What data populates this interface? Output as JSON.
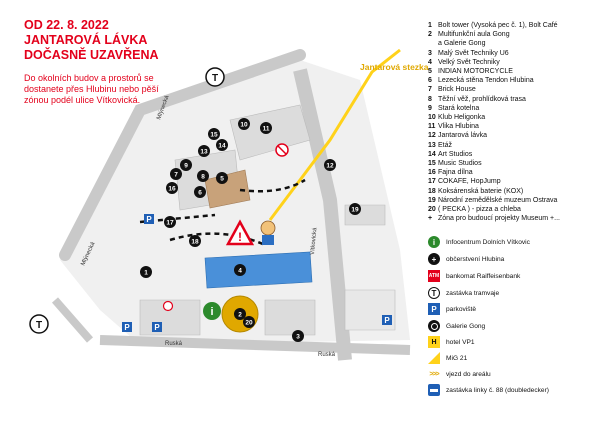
{
  "notice": {
    "lines": [
      "OD 22. 8. 2022",
      "JANTAROVÁ LÁVKA",
      "DOČASNĚ UZAVŘENA"
    ],
    "body": "Do okolních budov a prostorů se dostanete přes Hlubinu nebo pěší zónou podél ulice Vítkovická."
  },
  "map_labels": {
    "jantarova_stezka": "Jantarová stezka",
    "mlynecka_1": "Mlýnecká",
    "mlynecka_2": "Mlýnecká",
    "vitkovicka": "Vítkovická",
    "ruska_1": "Ruská",
    "ruska_2": "Ruská"
  },
  "legend_items": [
    {
      "num": "1",
      "text": "Bolt tower (Vysoká pec č. 1), Bolt Café"
    },
    {
      "num": "2",
      "text": "Multifunkční aula Gong"
    },
    {
      "num": "",
      "text": "a Galerie Gong"
    },
    {
      "num": "3",
      "text": "Malý Svět Techniky U6"
    },
    {
      "num": "4",
      "text": "Velký Svět Techniky"
    },
    {
      "num": "5",
      "text": "INDIAN MOTORCYCLE"
    },
    {
      "num": "6",
      "text": "Lezecká stěna Tendon Hlubina"
    },
    {
      "num": "7",
      "text": "Brick House"
    },
    {
      "num": "8",
      "text": "Těžní věž, prohlídková trasa"
    },
    {
      "num": "9",
      "text": "Stará kotelna"
    },
    {
      "num": "10",
      "text": "Klub Heligonka"
    },
    {
      "num": "11",
      "text": "Vlika Hlubina"
    },
    {
      "num": "12",
      "text": "Jantarová lávka"
    },
    {
      "num": "13",
      "text": "Etáž"
    },
    {
      "num": "14",
      "text": "Art Studios"
    },
    {
      "num": "15",
      "text": "Music Studios"
    },
    {
      "num": "16",
      "text": "Fajna dílna"
    },
    {
      "num": "17",
      "text": "COKAFE, HopJump"
    },
    {
      "num": "18",
      "text": "Koksárenská baterie (KOX)"
    },
    {
      "num": "19",
      "text": "Národní zemědělské muzeum Ostrava"
    },
    {
      "num": "20",
      "text": "( PECKA ) - pizza a chleba"
    },
    {
      "num": "+",
      "text": "Zóna pro budoucí projekty Museum +..."
    }
  ],
  "symbols": [
    {
      "icon": "info-icon",
      "text": "Infocentrum Dolních Vítkovic"
    },
    {
      "icon": "refreshment-icon",
      "text": "občerstvení Hlubina"
    },
    {
      "icon": "atm-icon",
      "text": "bankomat Raiffeisenbank"
    },
    {
      "icon": "tram-stop-icon",
      "text": "zastávka tramvaje"
    },
    {
      "icon": "parking-icon",
      "text": "parkoviště"
    },
    {
      "icon": "gallery-gong-icon",
      "text": "Galerie Gong"
    },
    {
      "icon": "hotel-icon",
      "text": "hotel VP1"
    },
    {
      "icon": "mig-icon",
      "text": "MiG 21"
    },
    {
      "icon": "entrance-arrows-icon",
      "text": "vjezd do areálu"
    },
    {
      "icon": "bus-stop-icon",
      "text": "zastávka linky č. 88 (doubledecker)"
    }
  ],
  "symbol_glyphs": {
    "tram": "T",
    "parking": "P",
    "atm": "ATM",
    "hotel": "H",
    "entrance": ">>>"
  },
  "map_badges": {
    "tram": "T",
    "parking": "P",
    "info": "i"
  },
  "colors": {
    "accent_red": "#e3001b",
    "building_gray": "#dcdcdc",
    "building_blue": "#4a90d9",
    "gong_yellow": "#e0a800",
    "path_yellow": "#ffd21a",
    "text_dark": "#111111"
  }
}
